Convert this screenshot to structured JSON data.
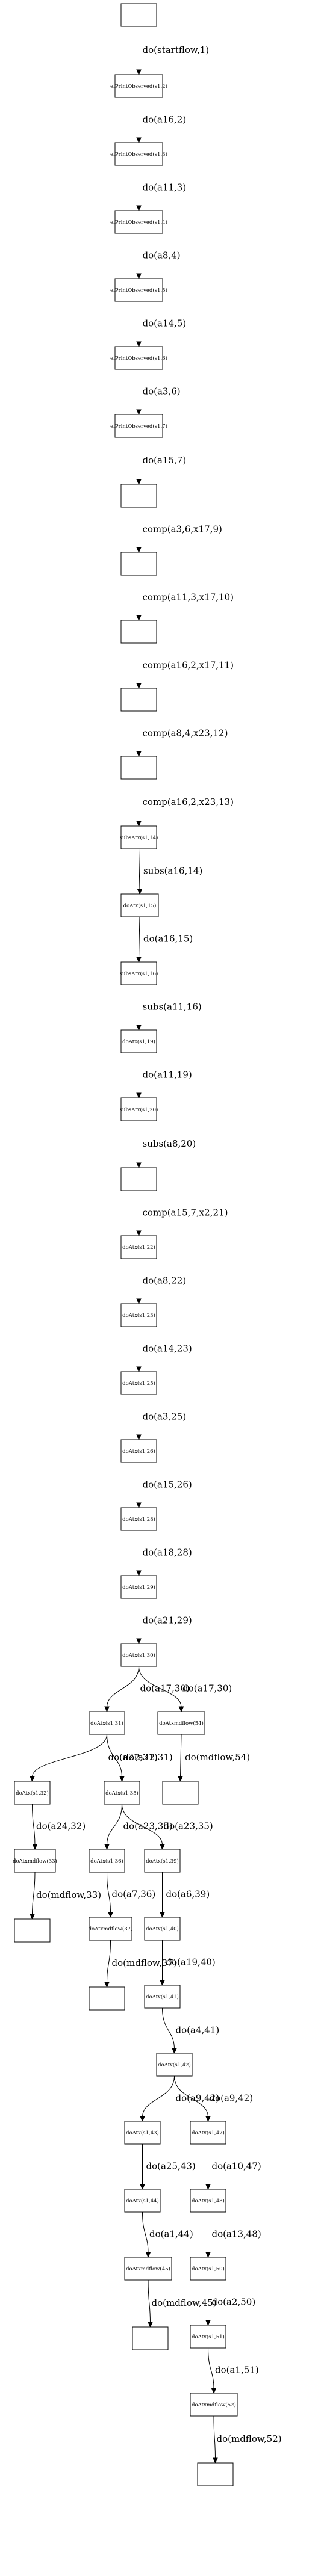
{
  "diagram": {
    "nodes": [
      {
        "id": "n0",
        "label": ""
      },
      {
        "id": "n1",
        "label": "elPrintObserved(s1,2)"
      },
      {
        "id": "n2",
        "label": "elPrintObserved(s1,3)"
      },
      {
        "id": "n3",
        "label": "elPrintObserved(s1,4)"
      },
      {
        "id": "n4",
        "label": "elPrintObserved(s1,5)"
      },
      {
        "id": "n5",
        "label": "elPrintObserved(s1,6)"
      },
      {
        "id": "n6",
        "label": "elPrintObserved(s1,7)"
      },
      {
        "id": "n7",
        "label": ""
      },
      {
        "id": "n8",
        "label": ""
      },
      {
        "id": "n9",
        "label": ""
      },
      {
        "id": "n10",
        "label": ""
      },
      {
        "id": "n11",
        "label": ""
      },
      {
        "id": "n12",
        "label": "subsAtx(s1,14)"
      },
      {
        "id": "n13",
        "label": "doAtx(s1,15)"
      },
      {
        "id": "n14",
        "label": "subsAtx(s1,16)"
      },
      {
        "id": "n15",
        "label": "doAtx(s1,19)"
      },
      {
        "id": "n16",
        "label": "subsAtx(s1,20)"
      },
      {
        "id": "n17",
        "label": ""
      },
      {
        "id": "n18",
        "label": "doAtx(s1,22)"
      },
      {
        "id": "n19",
        "label": "doAtx(s1,23)"
      },
      {
        "id": "n20",
        "label": "doAtx(s1,25)"
      },
      {
        "id": "n21",
        "label": "doAtx(s1,26)"
      },
      {
        "id": "n22",
        "label": "doAtx(s1,28)"
      },
      {
        "id": "n23",
        "label": "doAtx(s1,29)"
      },
      {
        "id": "n24",
        "label": "doAtx(s1,30)"
      },
      {
        "id": "n25",
        "label": "doAtx(s1,31)"
      },
      {
        "id": "n26",
        "label": "doAtxmdflow(54)"
      },
      {
        "id": "n27",
        "label": "doAtx(s1,32)"
      },
      {
        "id": "n28",
        "label": "doAtx(s1,35)"
      },
      {
        "id": "n29",
        "label": ""
      },
      {
        "id": "n30",
        "label": "doAtxmdflow(33)"
      },
      {
        "id": "n31",
        "label": "doAtx(s1,36)"
      },
      {
        "id": "n32",
        "label": "doAtx(s1,39)"
      },
      {
        "id": "n33",
        "label": ""
      },
      {
        "id": "n34",
        "label": "doAtxmdflow(37)"
      },
      {
        "id": "n35",
        "label": "doAtx(s1,40)"
      },
      {
        "id": "n36",
        "label": ""
      },
      {
        "id": "n37",
        "label": "doAtx(s1,41)"
      },
      {
        "id": "n38",
        "label": "doAtx(s1,42)"
      },
      {
        "id": "n39",
        "label": "doAtx(s1,43)"
      },
      {
        "id": "n40",
        "label": "doAtx(s1,47)"
      },
      {
        "id": "n41",
        "label": "doAtx(s1,44)"
      },
      {
        "id": "n42",
        "label": "doAtx(s1,48)"
      },
      {
        "id": "n43",
        "label": "doAtxmdflow(45)"
      },
      {
        "id": "n44",
        "label": "doAtx(s1,50)"
      },
      {
        "id": "n45",
        "label": ""
      },
      {
        "id": "n46",
        "label": "doAtx(s1,51)"
      },
      {
        "id": "n47",
        "label": "doAtxmdflow(52)"
      },
      {
        "id": "n48",
        "label": ""
      }
    ],
    "edges": [
      {
        "from": "n0",
        "to": "n1",
        "label": "do(startflow,1)"
      },
      {
        "from": "n1",
        "to": "n2",
        "label": "do(a16,2)"
      },
      {
        "from": "n2",
        "to": "n3",
        "label": "do(a11,3)"
      },
      {
        "from": "n3",
        "to": "n4",
        "label": "do(a8,4)"
      },
      {
        "from": "n4",
        "to": "n5",
        "label": "do(a14,5)"
      },
      {
        "from": "n5",
        "to": "n6",
        "label": "do(a3,6)"
      },
      {
        "from": "n6",
        "to": "n7",
        "label": "do(a15,7)"
      },
      {
        "from": "n7",
        "to": "n8",
        "label": "comp(a3,6,x17,9)"
      },
      {
        "from": "n8",
        "to": "n9",
        "label": "comp(a11,3,x17,10)"
      },
      {
        "from": "n9",
        "to": "n10",
        "label": "comp(a16,2,x17,11)"
      },
      {
        "from": "n10",
        "to": "n11",
        "label": "comp(a8,4,x23,12)"
      },
      {
        "from": "n11",
        "to": "n12",
        "label": "comp(a16,2,x23,13)"
      },
      {
        "from": "n12",
        "to": "n13",
        "label": "subs(a16,14)"
      },
      {
        "from": "n13",
        "to": "n14",
        "label": "do(a16,15)"
      },
      {
        "from": "n14",
        "to": "n15",
        "label": "subs(a11,16)"
      },
      {
        "from": "n15",
        "to": "n16",
        "label": "do(a11,19)"
      },
      {
        "from": "n16",
        "to": "n17",
        "label": "subs(a8,20)"
      },
      {
        "from": "n17",
        "to": "n18",
        "label": "comp(a15,7,x2,21)"
      },
      {
        "from": "n18",
        "to": "n19",
        "label": "do(a8,22)"
      },
      {
        "from": "n19",
        "to": "n20",
        "label": "do(a14,23)"
      },
      {
        "from": "n20",
        "to": "n21",
        "label": "do(a3,25)"
      },
      {
        "from": "n21",
        "to": "n22",
        "label": "do(a15,26)"
      },
      {
        "from": "n22",
        "to": "n23",
        "label": "do(a18,28)"
      },
      {
        "from": "n23",
        "to": "n24",
        "label": "do(a21,29)"
      },
      {
        "from": "n24",
        "to": "n25",
        "label": "do(a17,30)"
      },
      {
        "from": "n24",
        "to": "n26",
        "label": "do(a17,30)"
      },
      {
        "from": "n25",
        "to": "n27",
        "label": "do(a22,31)"
      },
      {
        "from": "n25",
        "to": "n28",
        "label": "do(a22,31)"
      },
      {
        "from": "n26",
        "to": "n29",
        "label": "do(mdflow,54)"
      },
      {
        "from": "n27",
        "to": "n30",
        "label": "do(a24,32)"
      },
      {
        "from": "n28",
        "to": "n31",
        "label": "do(a23,35)"
      },
      {
        "from": "n28",
        "to": "n32",
        "label": "do(a23,35)"
      },
      {
        "from": "n30",
        "to": "n33",
        "label": "do(mdflow,33)"
      },
      {
        "from": "n31",
        "to": "n34",
        "label": "do(a7,36)"
      },
      {
        "from": "n32",
        "to": "n35",
        "label": "do(a6,39)"
      },
      {
        "from": "n34",
        "to": "n36",
        "label": "do(mdflow,37)"
      },
      {
        "from": "n35",
        "to": "n37",
        "label": "do(a19,40)"
      },
      {
        "from": "n37",
        "to": "n38",
        "label": "do(a4,41)"
      },
      {
        "from": "n38",
        "to": "n39",
        "label": "do(a9,42)"
      },
      {
        "from": "n38",
        "to": "n40",
        "label": "do(a9,42)"
      },
      {
        "from": "n39",
        "to": "n41",
        "label": "do(a25,43)"
      },
      {
        "from": "n40",
        "to": "n42",
        "label": "do(a10,47)"
      },
      {
        "from": "n41",
        "to": "n43",
        "label": "do(a1,44)"
      },
      {
        "from": "n42",
        "to": "n44",
        "label": "do(a13,48)"
      },
      {
        "from": "n43",
        "to": "n45",
        "label": "do(mdflow,45)"
      },
      {
        "from": "n44",
        "to": "n46",
        "label": "do(a2,50)"
      },
      {
        "from": "n46",
        "to": "n47",
        "label": "do(a1,51)"
      },
      {
        "from": "n47",
        "to": "n48",
        "label": "do(mdflow,52)"
      }
    ]
  }
}
